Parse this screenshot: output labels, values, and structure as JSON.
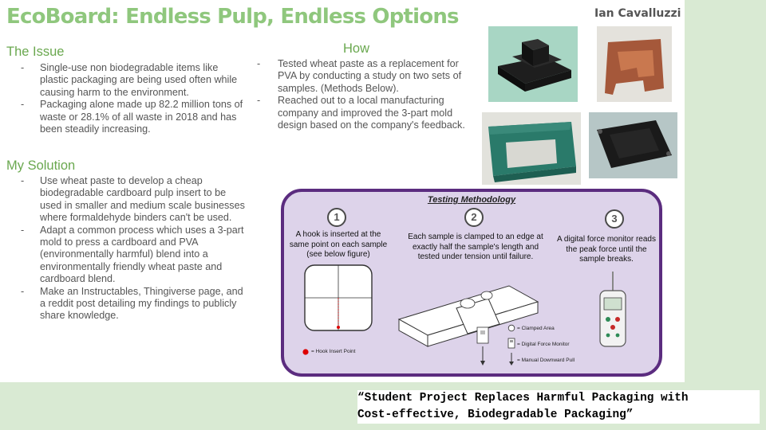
{
  "title": "EcoBoard: Endless Pulp, Endless Options",
  "author": "Ian Cavalluzzi",
  "issue": {
    "heading": "The Issue",
    "bullets": [
      "Single-use non biodegradable items like plastic packaging are being used often while causing harm to the environment.",
      "Packaging alone made up 82.2 million tons of waste or 28.1% of all waste in 2018 and has been steadily increasing."
    ]
  },
  "solution": {
    "heading": "My Solution",
    "bullets": [
      "Use wheat paste to develop a cheap biodegradable cardboard pulp insert to be used in smaller and medium scale businesses where formaldehyde binders can't be used.",
      "Adapt a common process which uses a 3-part mold to press a cardboard and PVA (environmentally harmful) blend into a environmentally friendly wheat paste and cardboard blend.",
      "Make an Instructables, Thingiverse page, and a reddit post detailing my findings to publicly share knowledge."
    ]
  },
  "how": {
    "heading": "How",
    "bullets": [
      "Tested wheat paste as a replacement for PVA by conducting a study on two sets of samples. (Methods Below).",
      "Reached out to a local manufacturing company and improved the 3-part mold design based on the company's feedback."
    ]
  },
  "methodology": {
    "title": "Testing Methodology",
    "steps": [
      {
        "num": "1",
        "text": "A hook is inserted at the same point on each sample (see below figure)"
      },
      {
        "num": "2",
        "text": "Each sample is clamped to an edge at exactly half the sample's length and tested under tension until failure."
      },
      {
        "num": "3",
        "text": "A digital force monitor reads the peak force until the sample breaks."
      }
    ],
    "hook_legend": "= Hook Insert Point",
    "legend": {
      "clamped": "= Clamped Area",
      "monitor": "= Digital Force Monitor",
      "pull": "= Manual Downward Pull"
    }
  },
  "caption": "“Student Project Replaces Harmful Packaging with\nCost-effective, Biodegradable Packaging”",
  "colors": {
    "accent_green": "#8fc77d",
    "heading_green": "#6aa84f",
    "methodology_border": "#5b2c7f",
    "methodology_fill": "#ddd3ea",
    "background": "#d9ead3"
  }
}
